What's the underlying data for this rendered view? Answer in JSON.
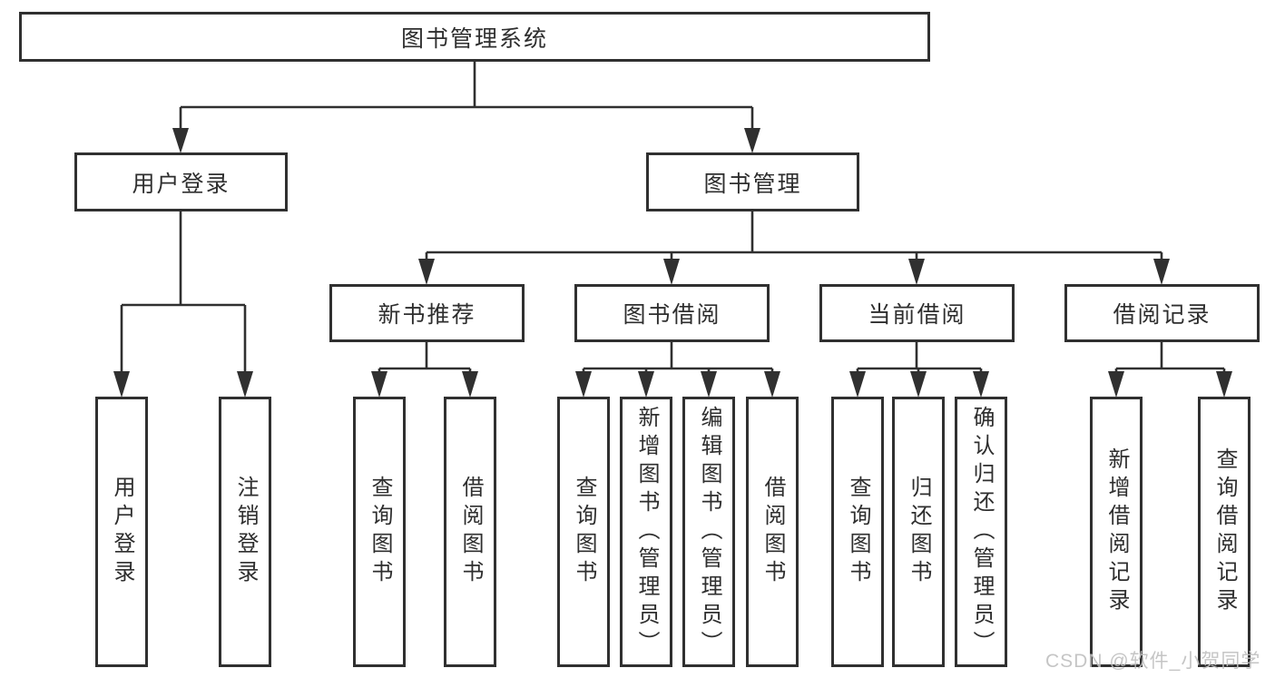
{
  "diagram": {
    "type": "hierarchy-tree",
    "colors": {
      "line": "#303030",
      "box_border": "#303030",
      "box_fill": "#ffffff",
      "text": "#2e2e2e",
      "watermark": "#bfbfbf",
      "background": "#ffffff"
    }
  },
  "tree": {
    "label": "图书管理系统",
    "children": [
      {
        "label": "用户登录",
        "children": [
          {
            "label": "用户登录"
          },
          {
            "label": "注销登录"
          }
        ]
      },
      {
        "label": "图书管理",
        "children": [
          {
            "label": "新书推荐",
            "children": [
              {
                "label": "查询图书"
              },
              {
                "label": "借阅图书"
              }
            ]
          },
          {
            "label": "图书借阅",
            "children": [
              {
                "label": "查询图书"
              },
              {
                "label": "新增图书（管理员）"
              },
              {
                "label": "编辑图书（管理员）"
              },
              {
                "label": "借阅图书"
              }
            ]
          },
          {
            "label": "当前借阅",
            "children": [
              {
                "label": "查询图书"
              },
              {
                "label": "归还图书"
              },
              {
                "label": "确认归还（管理员）"
              }
            ]
          },
          {
            "label": "借阅记录",
            "children": [
              {
                "label": "新增借阅记录"
              },
              {
                "label": "查询借阅记录"
              }
            ]
          }
        ]
      }
    ]
  },
  "watermark": {
    "text": "CSDN @软件_小贺同学"
  }
}
